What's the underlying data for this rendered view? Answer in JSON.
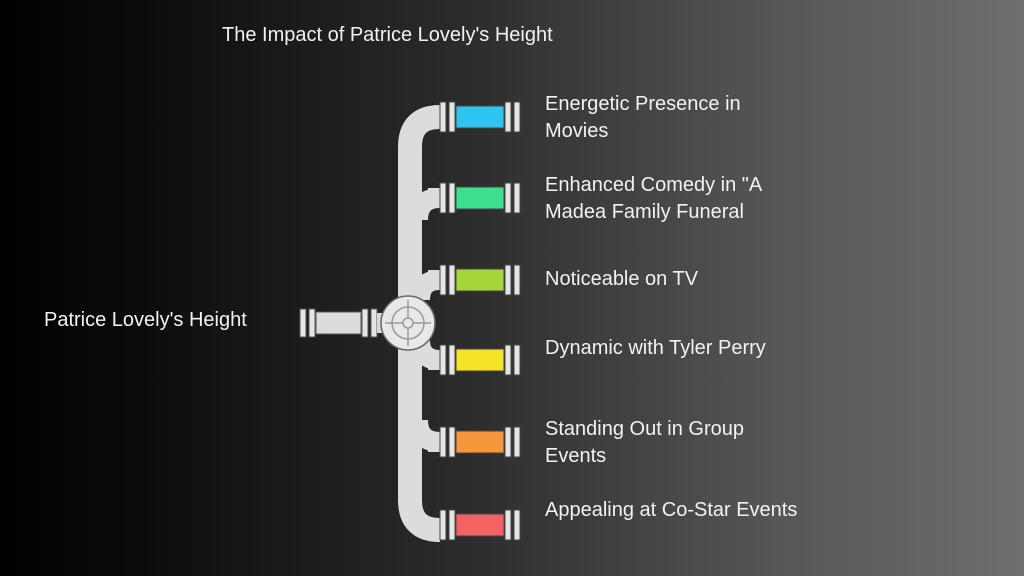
{
  "title": "The Impact of Patrice Lovely's Height",
  "source": "Patrice Lovely's Height",
  "branches": [
    {
      "label": "Energetic Presence in Movies",
      "color": "#2ec4f2"
    },
    {
      "label": "Enhanced Comedy in \"A Madea Family Funeral",
      "color": "#3ee08f"
    },
    {
      "label": "Noticeable on TV",
      "color": "#a5d63a"
    },
    {
      "label": "Dynamic with Tyler Perry",
      "color": "#f7e22a"
    },
    {
      "label": "Standing Out in Group Events",
      "color": "#f5973a"
    },
    {
      "label": "Appealing at Co-Star Events",
      "color": "#f46363"
    }
  ]
}
